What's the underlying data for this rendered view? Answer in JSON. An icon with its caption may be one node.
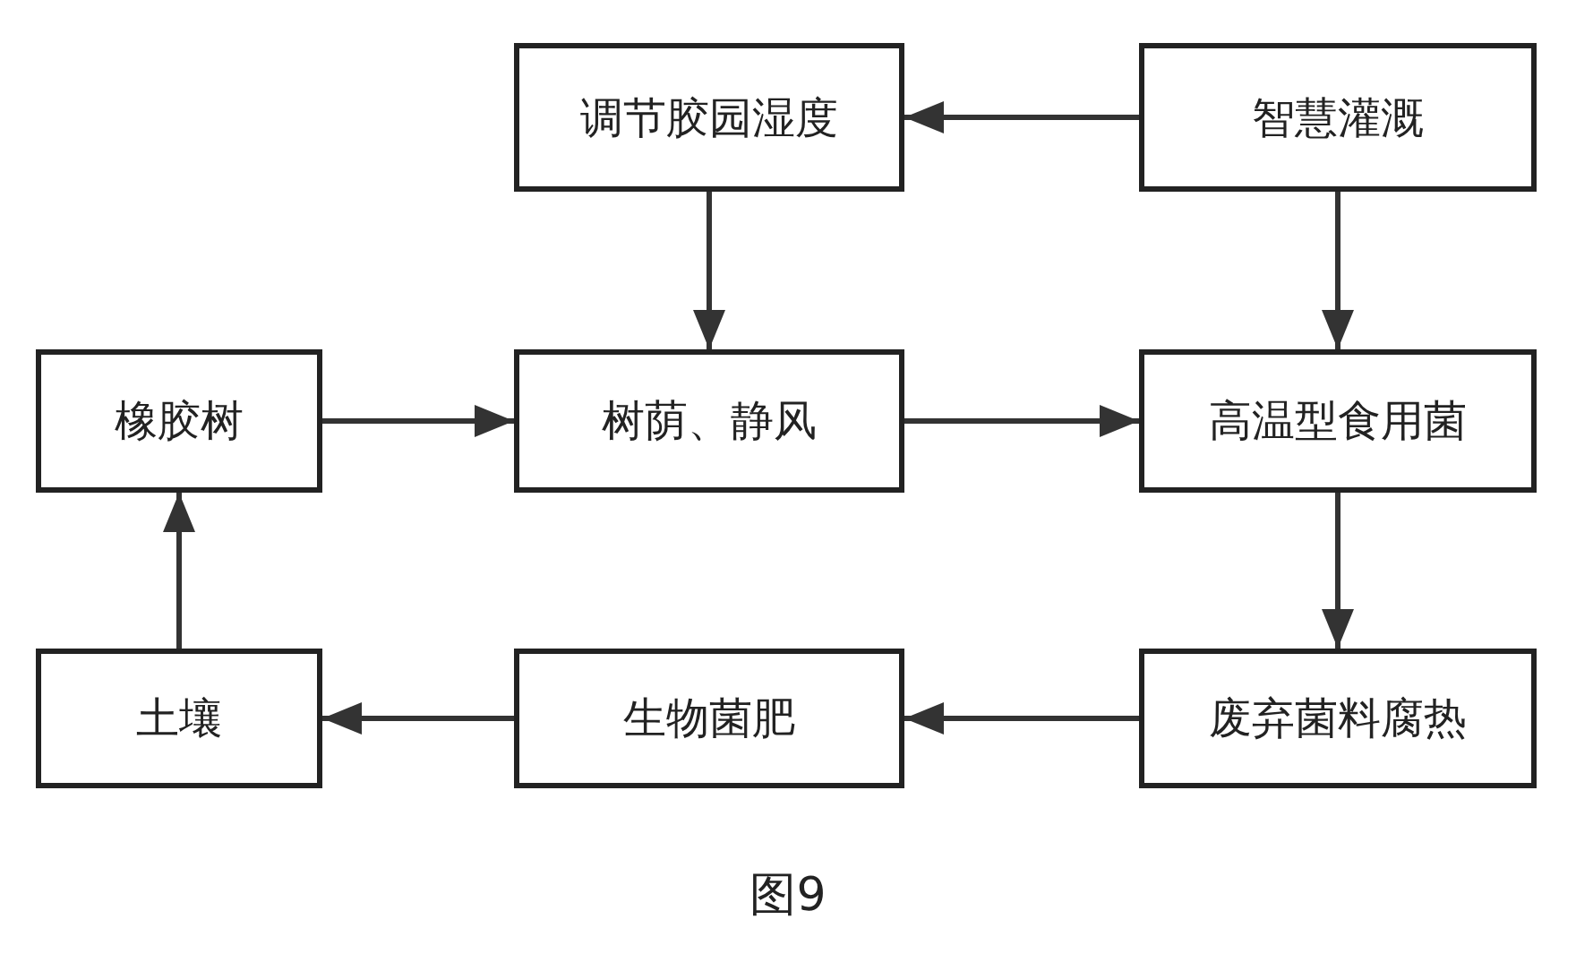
{
  "diagram": {
    "caption": "图9",
    "nodes": [
      {
        "text": [
          "调节胶园湿度"
        ]
      },
      {
        "text": [
          "智慧灌溉"
        ]
      },
      {
        "text": [
          "橡胶树"
        ]
      },
      {
        "text": [
          "树荫、静风"
        ]
      },
      {
        "text": [
          "高温型食用菌"
        ]
      },
      {
        "text": [
          "土壤"
        ]
      },
      {
        "text": [
          "生物菌肥"
        ]
      },
      {
        "text": [
          "废弃菌料腐热"
        ]
      }
    ],
    "edges": [
      {
        "from": 1,
        "to": 0,
        "arrow": "to"
      },
      {
        "from": 0,
        "to": 3,
        "arrow": "to"
      },
      {
        "from": 1,
        "to": 4,
        "arrow": "to"
      },
      {
        "from": 2,
        "to": 3,
        "arrow": "to"
      },
      {
        "from": 3,
        "to": 4,
        "arrow": "to"
      },
      {
        "from": 4,
        "to": 7,
        "arrow": "to"
      },
      {
        "from": 7,
        "to": 6,
        "arrow": "to"
      },
      {
        "from": 6,
        "to": 5,
        "arrow": "to"
      },
      {
        "from": 5,
        "to": 2,
        "arrow": "to"
      }
    ]
  }
}
